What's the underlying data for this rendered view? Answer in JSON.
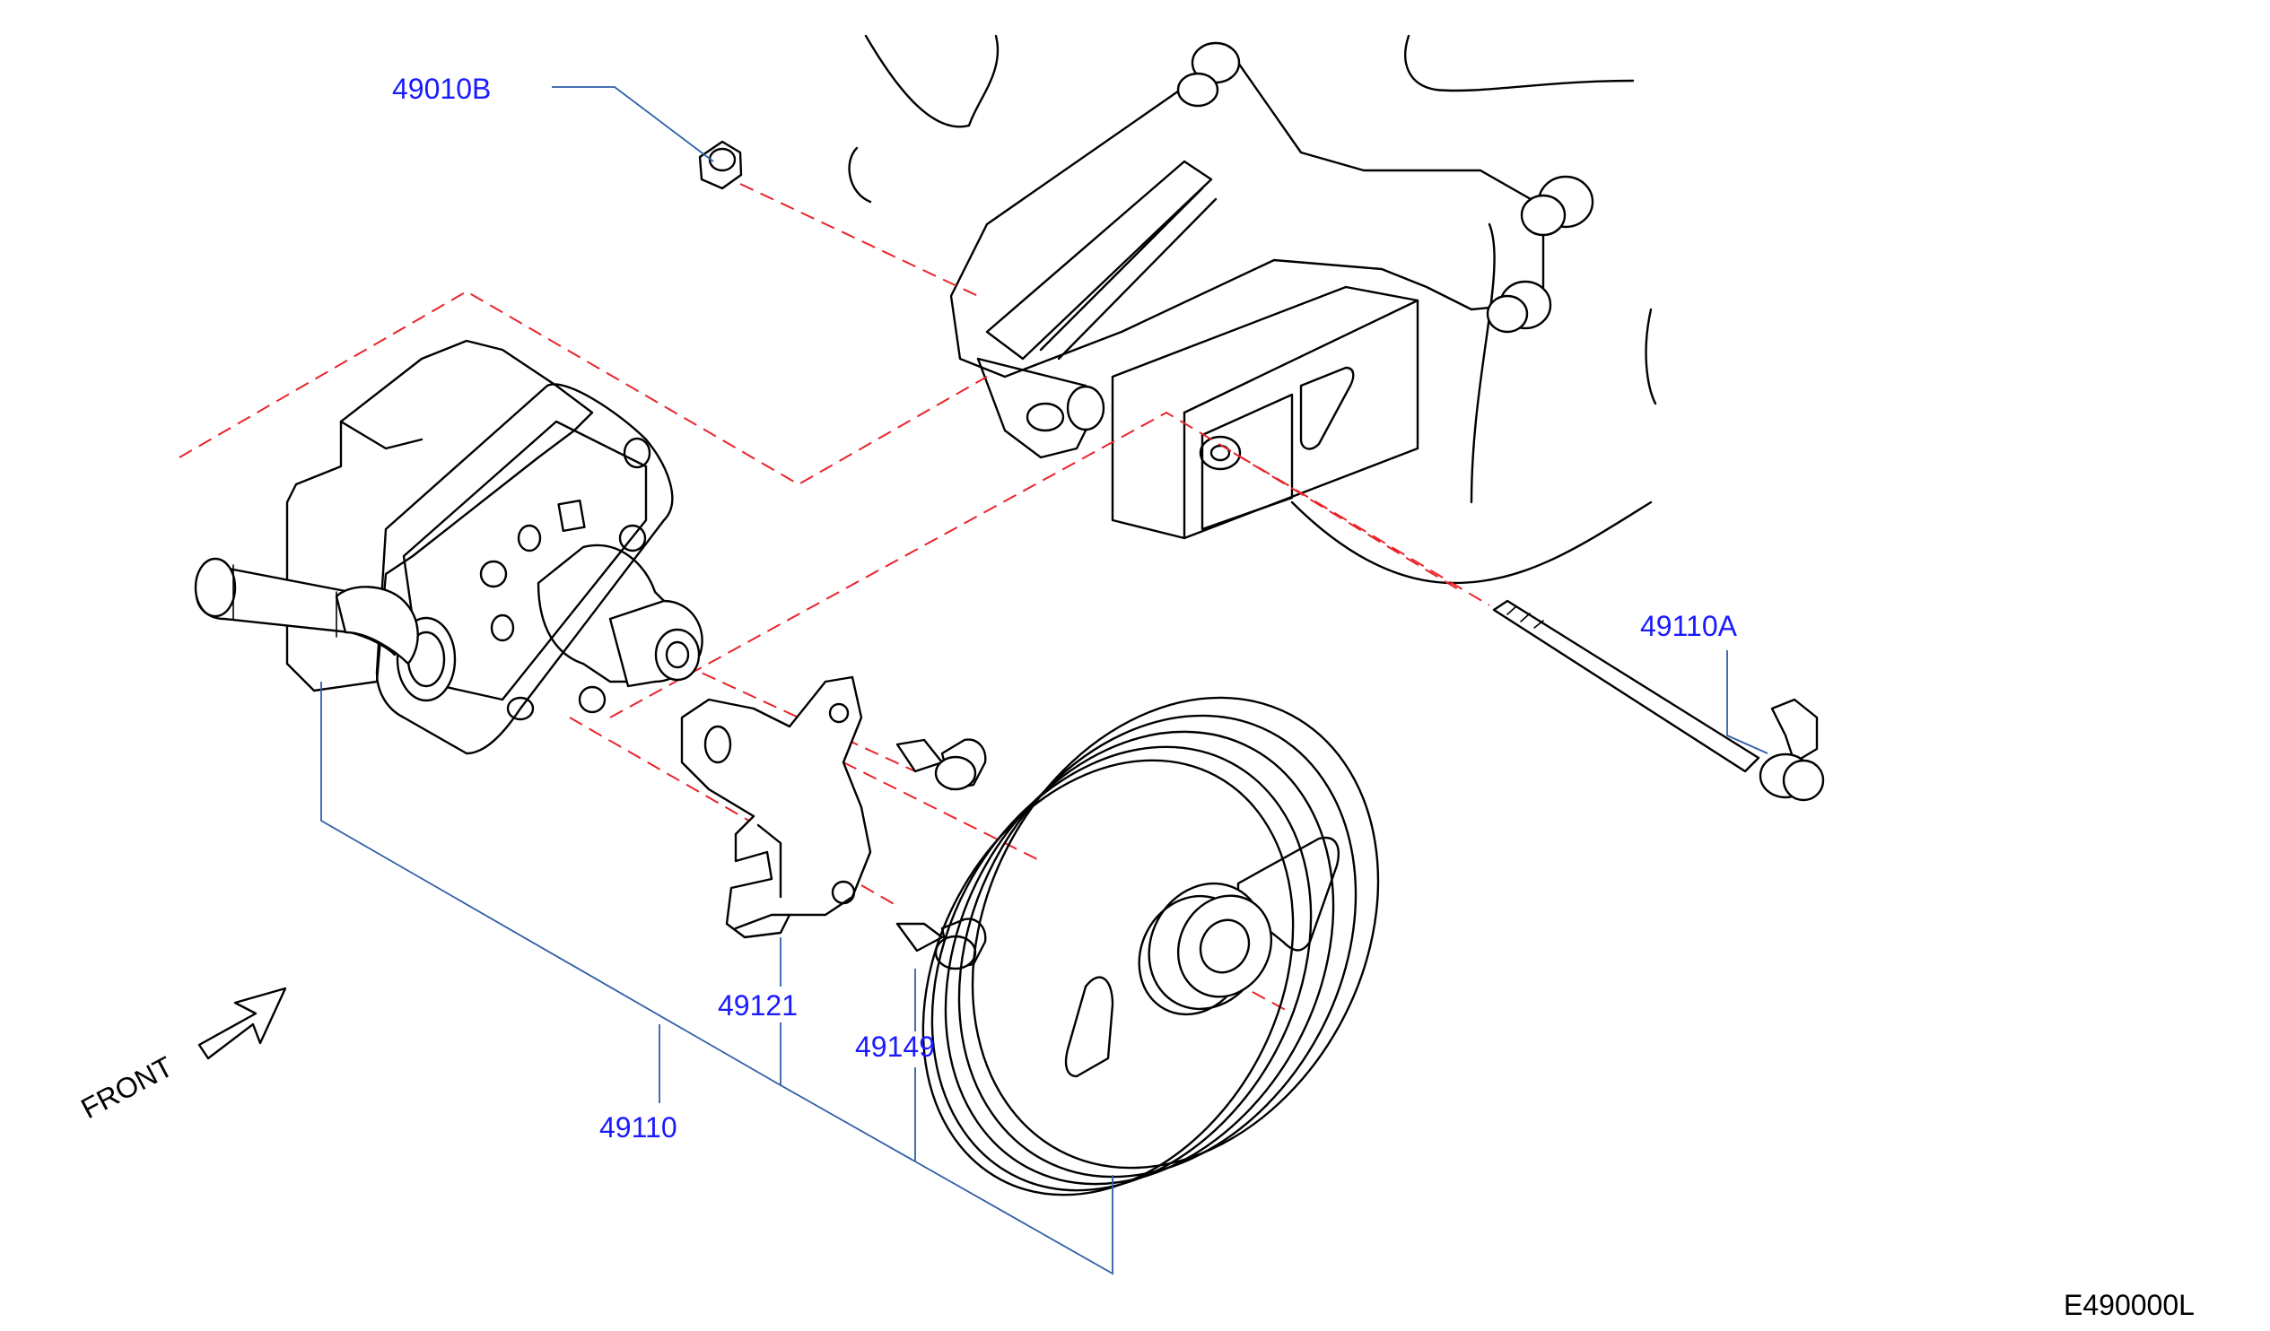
{
  "diagram": {
    "callouts": {
      "nut": "49010B",
      "bolt_long": "49110A",
      "bracket": "49121",
      "bolt_short": "49149",
      "pump_assembly": "49110"
    },
    "direction_label": "FRONT",
    "drawing_code": "E490000L"
  },
  "colors": {
    "callout_text": "#1a1aff",
    "leader_line": "#2f5fa8",
    "alignment_line": "#e8242a",
    "linework": "#000000"
  }
}
